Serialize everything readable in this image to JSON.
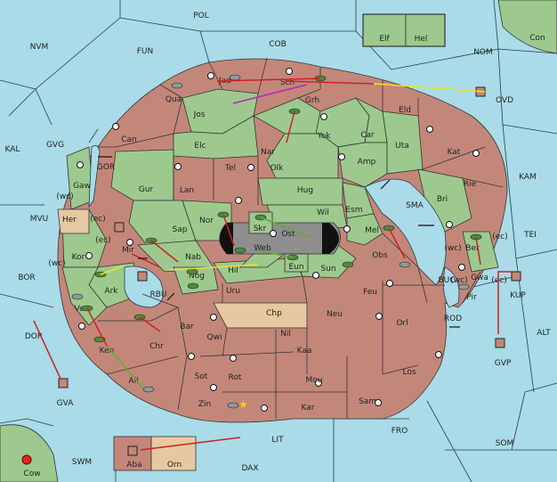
{
  "map": {
    "colors": {
      "sea": "#a9dbe8",
      "ownerA": "#9dc98e",
      "ownerB": "#c3877a",
      "neutral": "#e6c9a2",
      "blocked": "#8e8e8e",
      "move": "#d02020",
      "support": "#f0e020",
      "convoy": "#c020c0",
      "hold": "#5ab030"
    },
    "sea_labels": [
      {
        "name": "POL"
      },
      {
        "name": "NVM"
      },
      {
        "name": "FUN"
      },
      {
        "name": "COB"
      },
      {
        "name": "NOM"
      },
      {
        "name": "KAL"
      },
      {
        "name": "GVG"
      },
      {
        "name": "MVU"
      },
      {
        "name": "BOR"
      },
      {
        "name": "DOR"
      },
      {
        "name": "SWM"
      },
      {
        "name": "LIT"
      },
      {
        "name": "DAX"
      },
      {
        "name": "FRO"
      },
      {
        "name": "SOM"
      },
      {
        "name": "ALT"
      },
      {
        "name": "KAM"
      },
      {
        "name": "TEI"
      },
      {
        "name": "SMA"
      },
      {
        "name": "GOR"
      },
      {
        "name": "RBU"
      },
      {
        "name": "BUC"
      },
      {
        "name": "ROD"
      }
    ],
    "provinces": [
      {
        "name": "Elf"
      },
      {
        "name": "Hel"
      },
      {
        "name": "Con"
      },
      {
        "name": "OVD"
      },
      {
        "name": "Jad"
      },
      {
        "name": "Qua"
      },
      {
        "name": "Jos"
      },
      {
        "name": "Sch"
      },
      {
        "name": "Grh"
      },
      {
        "name": "Eld"
      },
      {
        "name": "Can"
      },
      {
        "name": "Elc"
      },
      {
        "name": "Nar"
      },
      {
        "name": "Yok"
      },
      {
        "name": "Car"
      },
      {
        "name": "Uta"
      },
      {
        "name": "Kat"
      },
      {
        "name": "Gur"
      },
      {
        "name": "Tel"
      },
      {
        "name": "Olk"
      },
      {
        "name": "Amp"
      },
      {
        "name": "Lan"
      },
      {
        "name": "Hug"
      },
      {
        "name": "Rie"
      },
      {
        "name": "Bri"
      },
      {
        "name": "Gaw"
      },
      {
        "name": "Her"
      },
      {
        "name": "Sap"
      },
      {
        "name": "Nor"
      },
      {
        "name": "Skr"
      },
      {
        "name": "Wil"
      },
      {
        "name": "Esm"
      },
      {
        "name": "Ost"
      },
      {
        "name": "Web"
      },
      {
        "name": "Eun"
      },
      {
        "name": "Mel"
      },
      {
        "name": "Kor"
      },
      {
        "name": "Mir"
      },
      {
        "name": "Nab"
      },
      {
        "name": "Hil"
      },
      {
        "name": "Sun"
      },
      {
        "name": "Obs"
      },
      {
        "name": "Ber"
      },
      {
        "name": "Ark"
      },
      {
        "name": "Nog"
      },
      {
        "name": "Uru"
      },
      {
        "name": "Feu"
      },
      {
        "name": "Gwa"
      },
      {
        "name": "KUP"
      },
      {
        "name": "Chp"
      },
      {
        "name": "Pir"
      },
      {
        "name": "Ven"
      },
      {
        "name": "Bar"
      },
      {
        "name": "Qwi"
      },
      {
        "name": "Neu"
      },
      {
        "name": "Orl"
      },
      {
        "name": "Nil"
      },
      {
        "name": "Ken"
      },
      {
        "name": "Chr"
      },
      {
        "name": "Kaa"
      },
      {
        "name": "GVP"
      },
      {
        "name": "Los"
      },
      {
        "name": "Ail"
      },
      {
        "name": "Sot"
      },
      {
        "name": "Rot"
      },
      {
        "name": "Mou"
      },
      {
        "name": "GVA"
      },
      {
        "name": "Zin"
      },
      {
        "name": "Kar"
      },
      {
        "name": "Sam"
      },
      {
        "name": "Aba"
      },
      {
        "name": "Orn"
      },
      {
        "name": "Cow"
      }
    ],
    "coast_labels": [
      "(wc)",
      "(ec)",
      "(ec)",
      "(wc)",
      "(wc)",
      "(ec)",
      "(wc)",
      "(ec)"
    ]
  }
}
